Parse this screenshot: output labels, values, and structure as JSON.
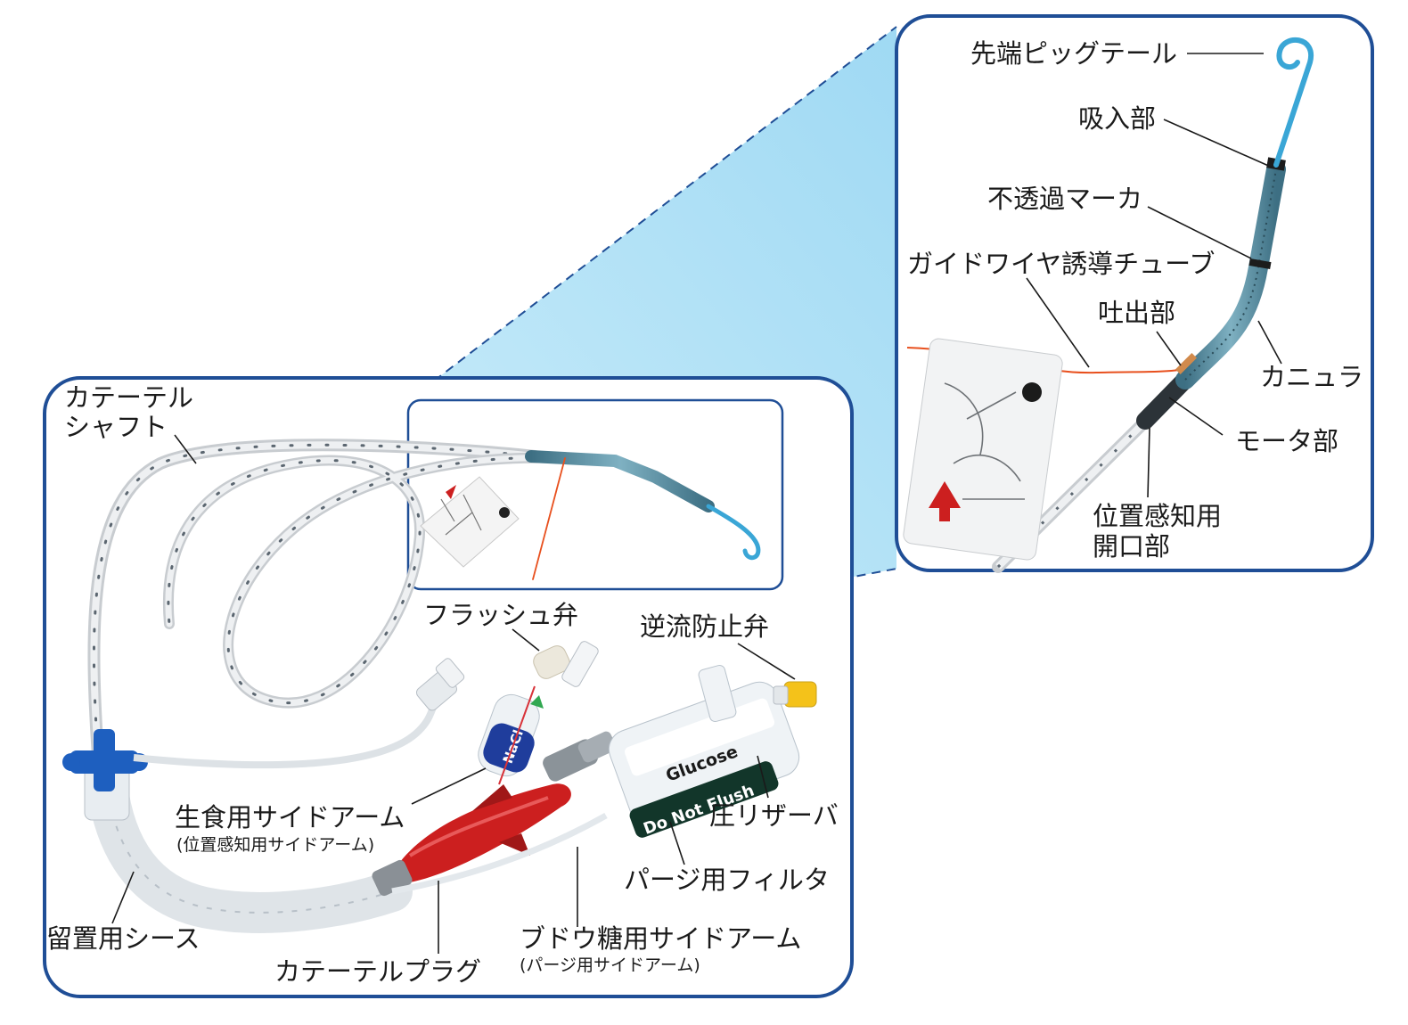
{
  "labels": {
    "catheter_shaft_line1": "カテーテル",
    "catheter_shaft_line2": "シャフト",
    "flush_valve": "フラッシュ弁",
    "check_valve": "逆流防止弁",
    "saline_sidearm": "生食用サイドアーム",
    "saline_sidearm_sub": "(位置感知用サイドアーム)",
    "pressure_reservoir": "圧リザーバ",
    "purge_filter": "パージ用フィルタ",
    "indwelling_sheath": "留置用シース",
    "glucose_sidearm": "ブドウ糖用サイドアーム",
    "glucose_sidearm_sub": "(パージ用サイドアーム)",
    "catheter_plug": "カテーテルプラグ",
    "pigtail_tip": "先端ピッグテール",
    "inlet": "吸入部",
    "radiopaque_marker": "不透過マーカ",
    "guidewire_tube": "ガイドワイヤ誘導チューブ",
    "outlet": "吐出部",
    "cannula": "カニュラ",
    "motor": "モータ部",
    "position_opening_line1": "位置感知用",
    "position_opening_line2": "開口部"
  },
  "device_text": {
    "nacl": "NaCl",
    "glucose": "Glucose",
    "do_not_flush": "Do Not Flush"
  },
  "colors": {
    "frame_blue": "#1f4e96",
    "zoom_fill": "#aee0f5",
    "plug_red": "#cc1f1f",
    "cannula_blue": "#3aa6d6",
    "guidewire_orange": "#e8501e"
  }
}
